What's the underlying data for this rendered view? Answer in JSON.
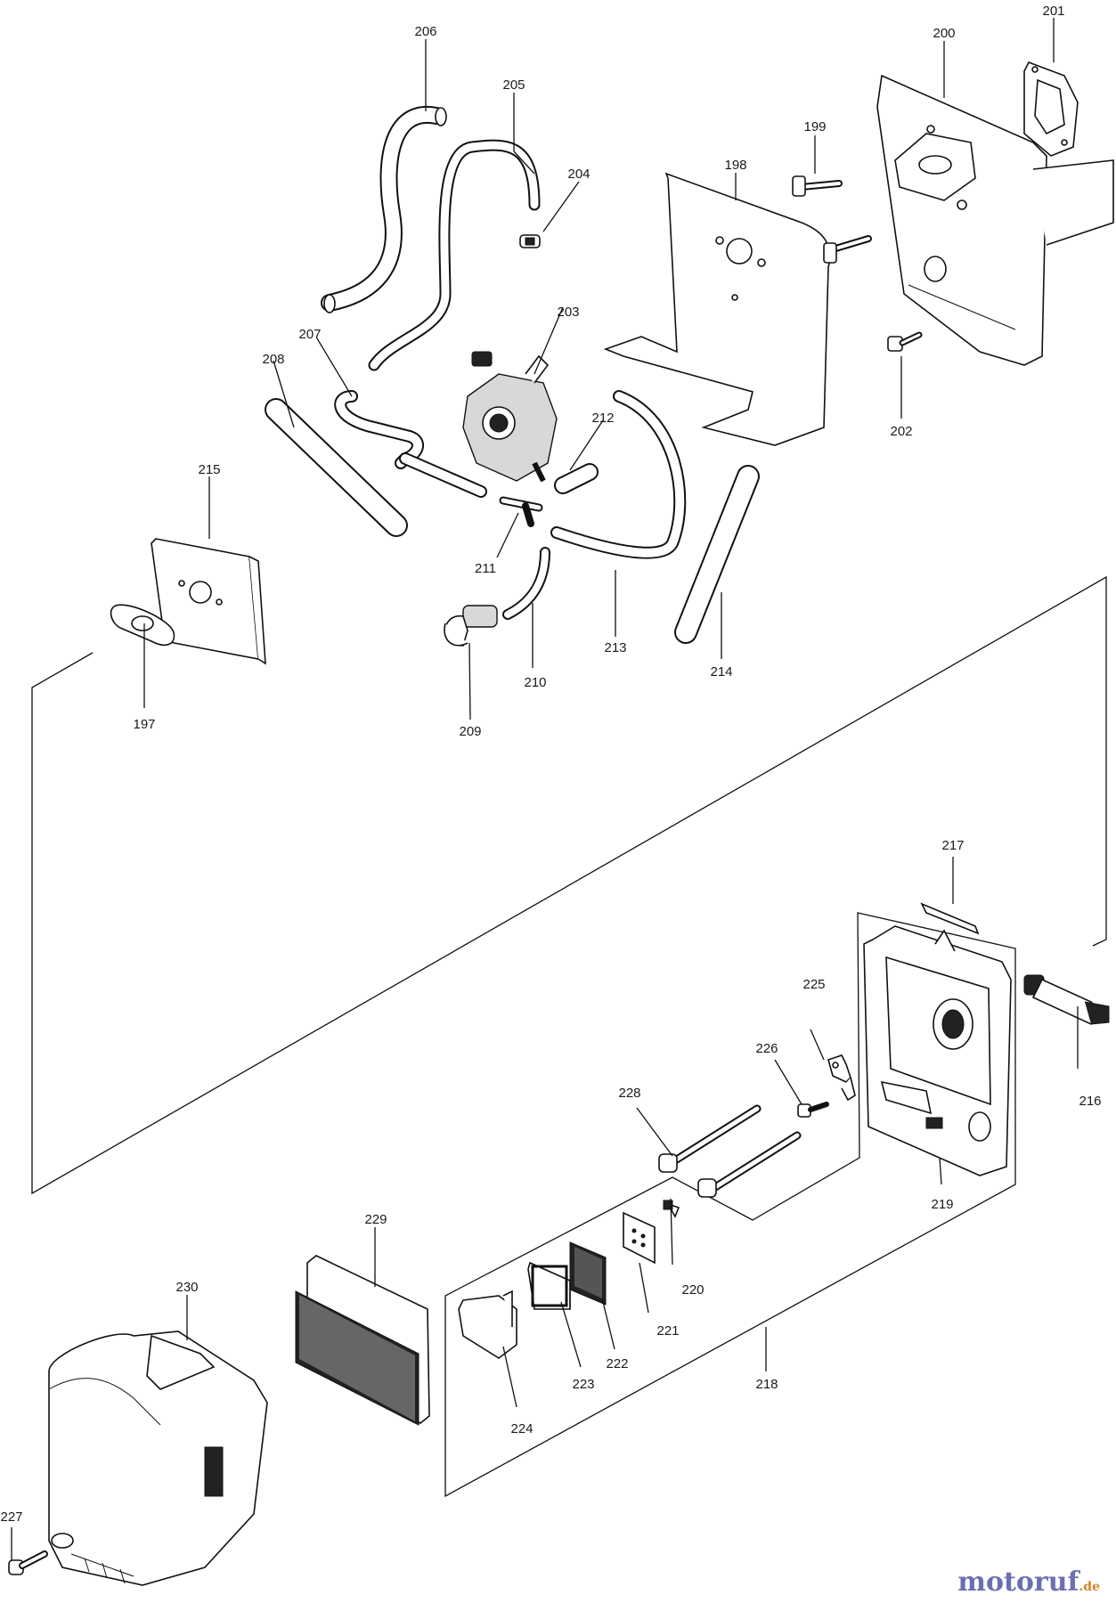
{
  "labels": {
    "p197": "197",
    "p198": "198",
    "p199": "199",
    "p200": "200",
    "p201": "201",
    "p202": "202",
    "p203": "203",
    "p204": "204",
    "p205": "205",
    "p206": "206",
    "p207": "207",
    "p208": "208",
    "p209": "209",
    "p210": "210",
    "p211": "211",
    "p212": "212",
    "p213": "213",
    "p214": "214",
    "p215": "215",
    "p216": "216",
    "p217": "217",
    "p218": "218",
    "p219": "219",
    "p220": "220",
    "p221": "221",
    "p222": "222",
    "p223": "223",
    "p224": "224",
    "p225": "225",
    "p226": "226",
    "p227": "227",
    "p228": "228",
    "p229": "229",
    "p230": "230"
  },
  "watermark": {
    "brand": "motoruf",
    "suffix": ".de"
  }
}
